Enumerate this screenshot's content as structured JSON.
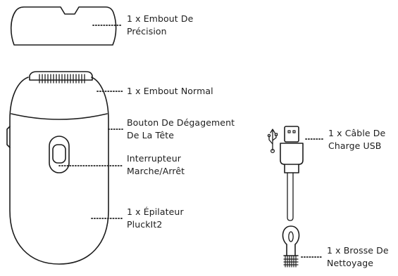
{
  "diagram": {
    "stroke_color": "#1d1d1d",
    "labels": {
      "precision_tip": {
        "line1": "1 x Embout De",
        "line2": "Précision"
      },
      "normal_tip": {
        "line1": "1 x Embout Normal"
      },
      "head_release": {
        "line1": "Bouton De Dégagement",
        "line2": "De La Tête"
      },
      "power_switch": {
        "line1": "Interrupteur",
        "line2": "Marche/Arrêt"
      },
      "epilator": {
        "line1": "1 x Épilateur",
        "line2": "PluckIt2"
      },
      "usb_cable": {
        "line1": "1 x Câble De",
        "line2": "Charge USB"
      },
      "brush": {
        "line1": "1 x Brosse De",
        "line2": "Nettoyage"
      }
    },
    "icons": [
      "usb-symbol-icon"
    ]
  }
}
